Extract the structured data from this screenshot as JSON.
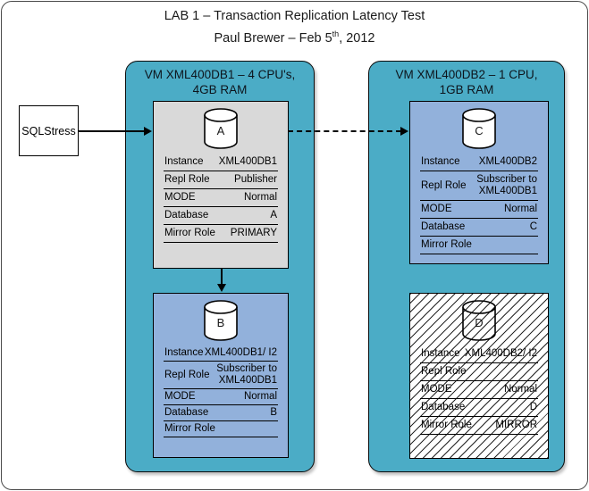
{
  "diagram": {
    "title_line1": "LAB 1 – Transaction Replication Latency Test",
    "title_line2": {
      "pre": "Paul Brewer – Feb 5",
      "sup": "th",
      "post": ", 2012"
    }
  },
  "sqlstress_label": "SQLStress",
  "vm1": {
    "name_line1": "VM XML400DB1 – 4 CPU's,",
    "name_line2": "4GB RAM"
  },
  "vm2": {
    "name_line1": "VM XML400DB2 – 1 CPU,",
    "name_line2": "1GB RAM"
  },
  "nodes": {
    "a": {
      "letter": "A",
      "rows": [
        {
          "label": "Instance",
          "value": "XML400DB1"
        },
        {
          "label": "Repl Role",
          "value": "Publisher"
        },
        {
          "label": "MODE",
          "value": "Normal"
        },
        {
          "label": "Database",
          "value": "A"
        },
        {
          "label": "Mirror Role",
          "value": "PRIMARY"
        }
      ]
    },
    "b": {
      "letter": "B",
      "rows": [
        {
          "label": "Instance",
          "value": "XML400DB1/ I2"
        },
        {
          "label": "Repl Role",
          "value": "Subscriber to XML400DB1"
        },
        {
          "label": "MODE",
          "value": "Normal"
        },
        {
          "label": "Database",
          "value": "B"
        },
        {
          "label": "Mirror Role",
          "value": ""
        }
      ]
    },
    "c": {
      "letter": "C",
      "rows": [
        {
          "label": "Instance",
          "value": "XML400DB2"
        },
        {
          "label": "Repl Role",
          "value": "Subscriber to XML400DB1"
        },
        {
          "label": "MODE",
          "value": "Normal"
        },
        {
          "label": "Database",
          "value": "C"
        },
        {
          "label": "Mirror Role",
          "value": ""
        }
      ]
    },
    "d": {
      "letter": "D",
      "rows": [
        {
          "label": "Instance",
          "value": "XML400DB2/ I2"
        },
        {
          "label": "Repl Role",
          "value": ""
        },
        {
          "label": "MODE",
          "value": "Normal"
        },
        {
          "label": "Database",
          "value": "D"
        },
        {
          "label": "Mirror Role",
          "value": "MIRROR"
        }
      ]
    }
  },
  "icons": {
    "database_cylinder": "database-cylinder-icon",
    "arrow_solid": "arrow-right",
    "arrow_dashed": "arrow-right-dashed",
    "arrow_down": "arrow-down"
  },
  "colors": {
    "vm_fill": "#4BACC6",
    "node_blue": "#92B1DB",
    "node_gray": "#D9D9D9",
    "node_hatched_bg": "#FFFFFF",
    "line": "#000000",
    "background": "#FFFFFF"
  }
}
